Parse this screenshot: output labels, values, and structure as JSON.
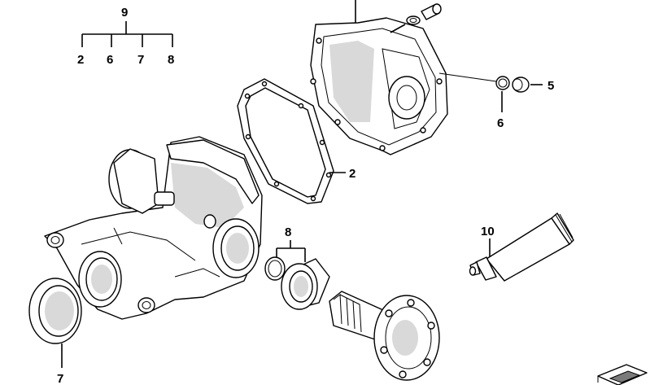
{
  "callouts": {
    "c9": "9",
    "c2a": "2",
    "c6a": "6",
    "c7a": "7",
    "c8a": "8",
    "c5": "5",
    "c6b": "6",
    "c2b": "2",
    "c8b": "8",
    "c10": "10",
    "c7b": "7"
  },
  "colors": {
    "line": "#000000",
    "shade": "#d9d9d9",
    "background": "#ffffff"
  },
  "icons": {
    "corner_arrow": "orientation-arrow-icon"
  }
}
